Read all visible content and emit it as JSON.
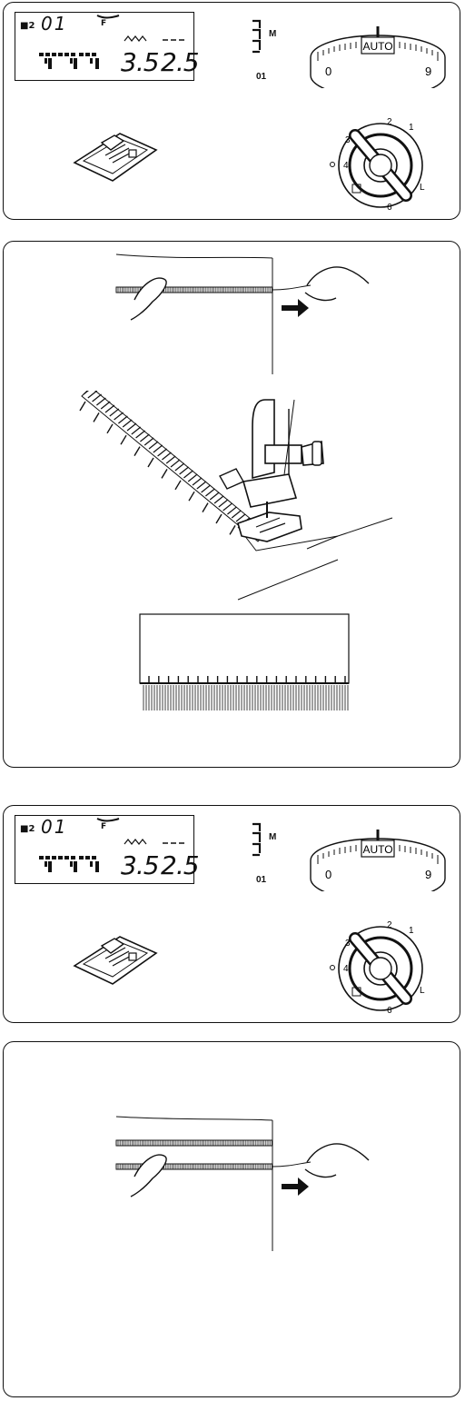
{
  "panels": [
    {
      "lcd": {
        "memory_icon": "■2",
        "pattern_number": "01",
        "foot_code": "F",
        "stitch_width": "3.5",
        "stitch_length": "2.5"
      },
      "indicator": {
        "mode": "M",
        "pattern": "01"
      },
      "tension_dial": {
        "label": "AUTO",
        "min": "0",
        "max": "9"
      },
      "stitch_dial": {
        "numbers": [
          "1",
          "2",
          "3",
          "4",
          "L",
          "6"
        ]
      }
    },
    {
      "lcd": {
        "memory_icon": "■2",
        "pattern_number": "01",
        "foot_code": "F",
        "stitch_width": "3.5",
        "stitch_length": "2.5"
      },
      "indicator": {
        "mode": "M",
        "pattern": "01"
      },
      "tension_dial": {
        "label": "AUTO",
        "min": "0",
        "max": "9"
      },
      "stitch_dial": {
        "numbers": [
          "1",
          "2",
          "3",
          "4",
          "L",
          "6"
        ]
      }
    }
  ],
  "icons": {
    "presser_foot": "satin-stitch-foot-icon",
    "hand": "hand-icon",
    "arrow": "right-arrow-icon",
    "machine": "sewing-machine-foot-icon"
  },
  "colors": {
    "ink": "#111111",
    "paper": "#ffffff"
  }
}
